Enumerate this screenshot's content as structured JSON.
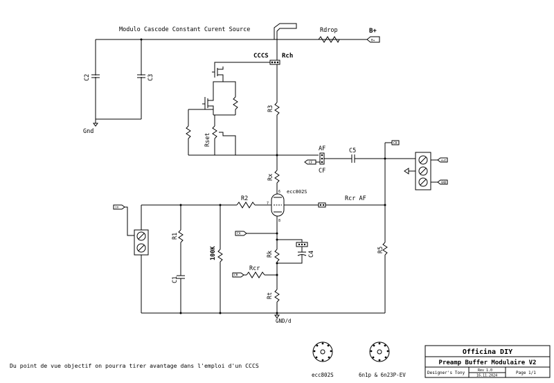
{
  "schematic": {
    "header": "Modulo Cascode Constant Curent Source",
    "bplus": "B+",
    "labels": {
      "rdrop": "Rdrop",
      "cccs": "CCCS",
      "rch": "Rch",
      "c2": "C2",
      "c3": "C3",
      "gnd": "Gnd",
      "r3": "R3",
      "rset": "Rset",
      "af": "AF",
      "cf": "CF",
      "c5": "C5",
      "rx": "Rx",
      "tube": "ecc802S",
      "pin6": "6",
      "pin7": "7",
      "pin8": "8",
      "r2": "R2",
      "rcr_af": "Rcr AF",
      "in": "in",
      "r1": "R1",
      "c1": "C1",
      "r100k": "100K",
      "rk": "Rk",
      "c4": "C4",
      "rcr": "Rcr",
      "rt": "Rt",
      "r5": "R5",
      "gnd_d": "GND/d"
    },
    "tags": {
      "plus": "B+",
      "cf": "CF",
      "ca": "CA",
      "cr": "CR",
      "in": "in",
      "out1": "out",
      "out2": "GND"
    }
  },
  "footer": {
    "note": "Du point de vue objectif on pourra tirer avantage dans l'emploi d'un CCCS",
    "socket_left": "ecc802S",
    "socket_right": "6n1p & 6n23P-EV"
  },
  "titleblock": {
    "company": "Officina DIY",
    "title": "Preamp Buffer Modulaire V2",
    "designer": "Designer's Tony",
    "rev": "Rev 1.0",
    "date": "16.11.2024",
    "page": "Page 1/1"
  }
}
